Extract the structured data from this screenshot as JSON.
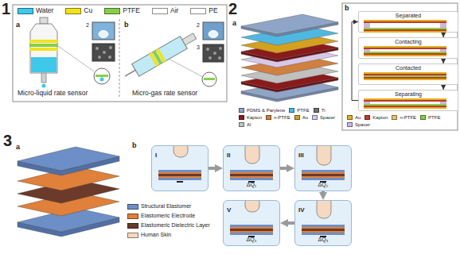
{
  "diagram": {
    "nodes": [
      {
        "text": [
          "Separated"
        ]
      },
      {
        "text": [
          "Contacting"
        ]
      },
      {
        "text": [
          "Contacted"
        ]
      },
      {
        "text": [
          "Separating"
        ]
      },
      {
        "text": [
          "I"
        ]
      },
      {
        "text": [
          "II"
        ]
      },
      {
        "text": [
          "III"
        ]
      },
      {
        "text": [
          "IV"
        ]
      },
      {
        "text": [
          "V"
        ]
      }
    ],
    "edges": [
      {
        "from": 0,
        "to": 1,
        "arrow": "to"
      },
      {
        "from": 1,
        "to": 2,
        "arrow": "to"
      },
      {
        "from": 2,
        "to": 3,
        "arrow": "to"
      },
      {
        "from": 3,
        "to": 0,
        "arrow": "to"
      },
      {
        "from": 4,
        "to": 5,
        "arrow": "to"
      },
      {
        "from": 5,
        "to": 6,
        "arrow": "to"
      },
      {
        "from": 6,
        "to": 7,
        "arrow": "to"
      },
      {
        "from": 7,
        "to": 8,
        "arrow": "to"
      }
    ],
    "labels": [
      "1",
      "a",
      "2",
      "b",
      "2",
      "3",
      "Micro-liquid rate sensor",
      "Micro-gas rate sensor",
      "2",
      "a",
      "b",
      "3",
      "a",
      "b",
      "ΔQ₁",
      "ΔQ₂",
      "ΔQ₃",
      "ΔQ₄"
    ],
    "legend": [
      {
        "text": "Water",
        "color": "#3ec8ea"
      },
      {
        "text": "Cu",
        "color": "#f2e21e"
      },
      {
        "text": "PTFE",
        "color": "#86cf4a"
      },
      {
        "text": "Air",
        "color": "#ffffff"
      },
      {
        "text": "PE",
        "color": "#ffffff"
      },
      {
        "text": "PDMS & Parylene",
        "color": "#8fa5c8"
      },
      {
        "text": "PTFE",
        "color": "#4fb8e0"
      },
      {
        "text": "Ti",
        "color": "#707070"
      },
      {
        "text": "Kapton",
        "color": "#8b1a1a"
      },
      {
        "text": "n-PTFE",
        "color": "#d08040"
      },
      {
        "text": "Au",
        "color": "#d4a020"
      },
      {
        "text": "Spacer",
        "color": "#d8c8e8"
      },
      {
        "text": "Al",
        "color": "#c0c0c0"
      },
      {
        "text": "Au",
        "color": "#e0b020"
      },
      {
        "text": "Kapton",
        "color": "#c0392b"
      },
      {
        "text": "n-PTFE",
        "color": "#f0c070"
      },
      {
        "text": "PTFE",
        "color": "#86cf4a"
      },
      {
        "text": "Spacer",
        "color": "#c8b8e0"
      },
      {
        "text": "Structural Elastomer",
        "color": "#6d8fc7"
      },
      {
        "text": "Elastomeric Electrode",
        "color": "#e0803a"
      },
      {
        "text": "Elastomeric Dielectric Layer",
        "color": "#6b3a2a"
      },
      {
        "text": "Human Skin",
        "color": "#f5d9c0"
      }
    ]
  }
}
